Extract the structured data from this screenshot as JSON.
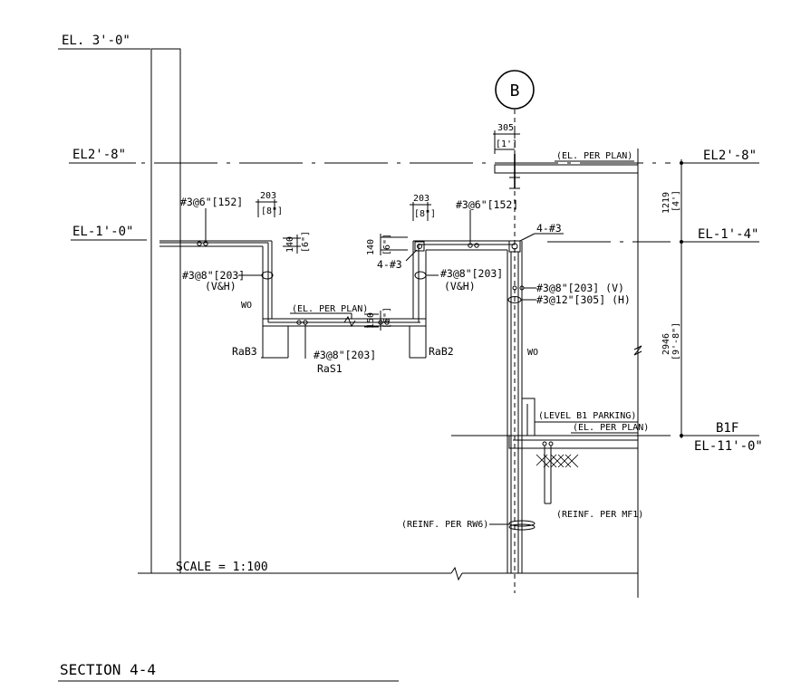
{
  "drawing": {
    "title": "SECTION 4-4",
    "scale": "SCALE = 1:100",
    "grid_bubble": "B",
    "elevations": {
      "el_3_0": "EL. 3'-0\"",
      "el2_8_left": "EL2'-8\"",
      "el2_8_right": "EL2'-8\"",
      "el_1_0": "EL-1'-0\"",
      "el_1_4": "EL-1'-4\"",
      "b1f": "B1F",
      "el_11_0": "EL-11'-0\""
    },
    "dimensions": {
      "d305": "305",
      "d305_imp": "[1']",
      "d203_left": "203",
      "d203_left_imp": "[8\"]",
      "d203_mid": "203",
      "d203_mid_imp": "[8\"]",
      "d140_left": "140",
      "d140_left_imp": "[6\"]",
      "d140_mid": "140",
      "d140_mid_imp": "[6\"]",
      "d150": "150",
      "d150_imp": "[6\"]",
      "d1219": "1219",
      "d1219_imp": "[4']",
      "d2946": "2946",
      "d2946_imp": "[9'-8\"]"
    },
    "notes": {
      "el_per_plan_top": "(EL. PER PLAN)",
      "rebar_left_top": "#3@6\"[152]",
      "rebar_mid_top": "#3@6\"[152]",
      "four_3_mid": "4-#3",
      "four_3_right": "4-#3",
      "rebar_left_wall": "#3@8\"[203]",
      "vh_left": "(V&H)",
      "rebar_mid_wall": "#3@8\"[203]",
      "vh_mid": "(V&H)",
      "rebar_v": "#3@8\"[203] (V)",
      "rebar_h": "#3@12\"[305] (H)",
      "wo_left": "WO",
      "wo_right": "WO",
      "el_per_plan_mid": "(EL. PER PLAN)",
      "rab3": "RaB3",
      "rab2": "RaB2",
      "rebar_slab": "#3@8\"[203]",
      "ras1": "RaS1",
      "level_b1": "(LEVEL B1 PARKING)",
      "el_per_plan_b1": "(EL. PER PLAN)",
      "reinf_rw6": "(REINF. PER RW6)",
      "reinf_mf1": "(REINF. PER MF1)"
    }
  }
}
